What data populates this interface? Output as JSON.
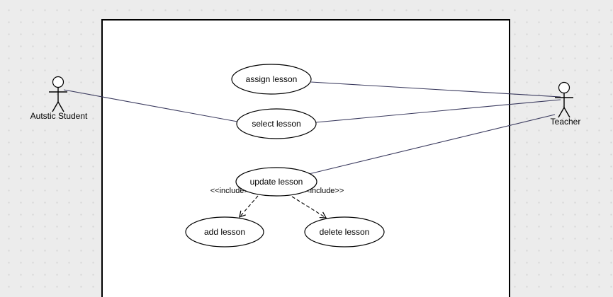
{
  "diagram": {
    "type": "uml-use-case",
    "actors": [
      {
        "name": "Autstic Student"
      },
      {
        "name": "Teacher"
      }
    ],
    "use_cases": [
      {
        "label": "assign lesson"
      },
      {
        "label": "select lesson"
      },
      {
        "label": "update lesson"
      },
      {
        "label": "add lesson"
      },
      {
        "label": "delete lesson"
      }
    ],
    "associations": [
      {
        "from": "Autstic Student",
        "to": "select lesson"
      },
      {
        "from": "Teacher",
        "to": "assign lesson"
      },
      {
        "from": "Teacher",
        "to": "select lesson"
      },
      {
        "from": "Teacher",
        "to": "update lesson"
      }
    ],
    "relationships": [
      {
        "type": "include",
        "label": "<<include>>",
        "from": "update lesson",
        "to": "add lesson"
      },
      {
        "type": "include",
        "label": "<<include>>",
        "from": "update lesson",
        "to": "delete lesson"
      }
    ],
    "colors": {
      "canvas_background": "#ececec",
      "grid_dot": "#d7d7d7",
      "boundary_fill": "#ffffff",
      "shape_stroke": "#000000",
      "association_line": "#3a3a5e",
      "text": "#000000"
    }
  }
}
